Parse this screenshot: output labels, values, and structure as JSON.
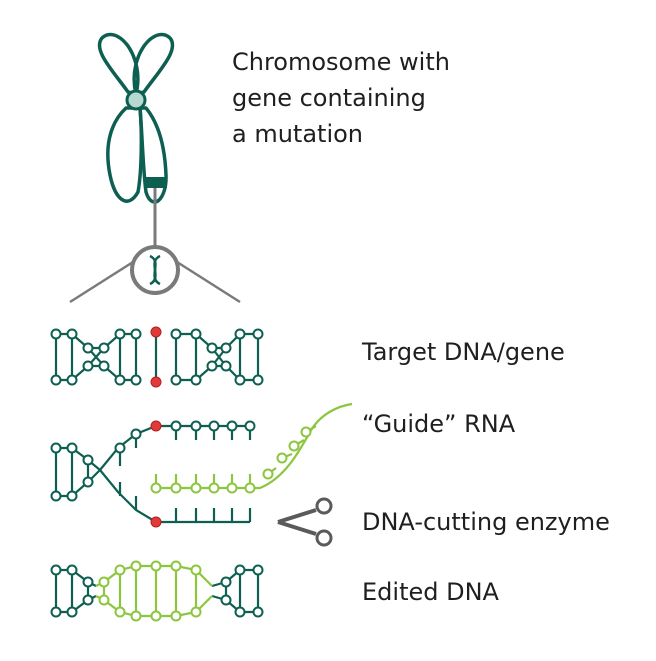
{
  "colors": {
    "dna": "#0d5f52",
    "chromosome_fill": "#b7d9d2",
    "mutation": "#e23a3a",
    "rna": "#8cc63f",
    "magnifier": "#7a7a7a",
    "scissors": "#5a5a5a"
  },
  "labels": {
    "chromosome_lines": [
      "Chromosome with",
      "gene containing",
      "a mutation"
    ],
    "target_dna": "Target DNA/gene",
    "guide_rna": "“Guide” RNA",
    "cutting_enzyme": "DNA-cutting enzyme",
    "edited_dna": "Edited DNA"
  },
  "icons": {
    "chromosome": "chromosome-icon",
    "magnifier": "magnifier-icon",
    "scissors": "scissors-icon"
  }
}
